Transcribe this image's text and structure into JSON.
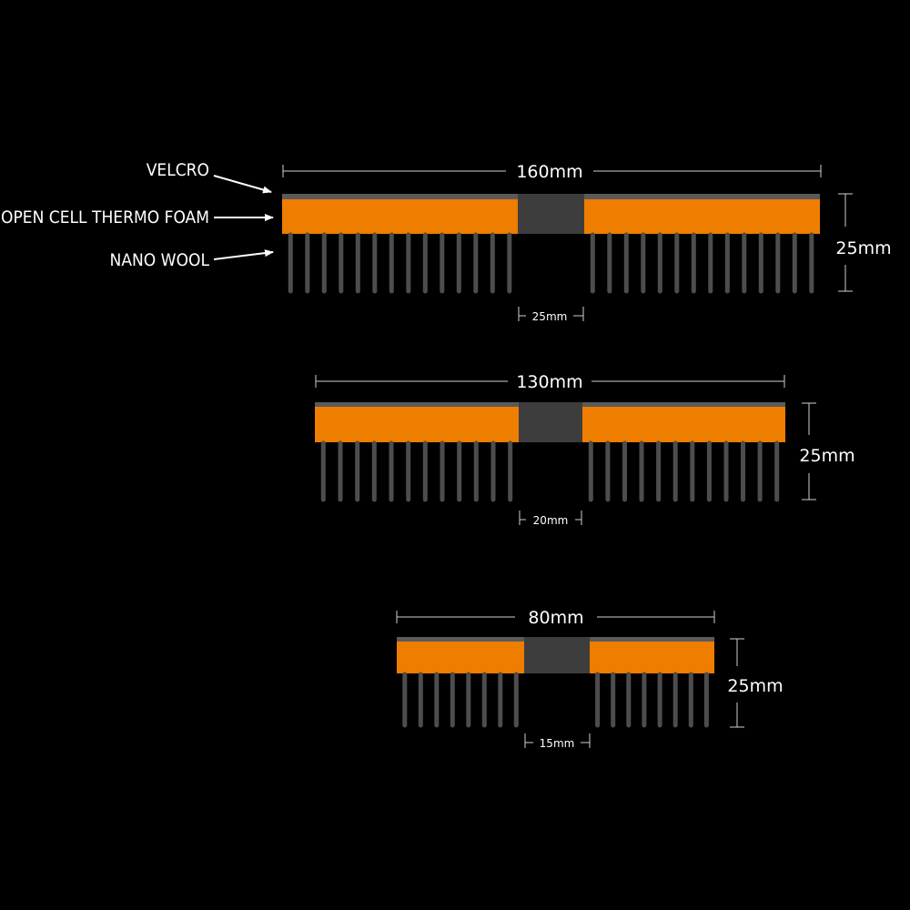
{
  "colors": {
    "background": "#000000",
    "foam": "#ee7d00",
    "velcro": "#5a5a5a",
    "gap": "#3d3d3d",
    "wool": "#4d4d4d",
    "dimension_line": "#cfcfcf",
    "text": "#ffffff"
  },
  "labels": {
    "velcro": "VELCRO",
    "foam": "OPEN CELL THERMO FOAM",
    "wool": "NANO WOOL"
  },
  "pads": [
    {
      "width_label": "160mm",
      "height_label": "25mm",
      "gap_label": "25mm",
      "bristles_per_side": 14
    },
    {
      "width_label": "130mm",
      "height_label": "25mm",
      "gap_label": "20mm",
      "bristles_per_side": 12
    },
    {
      "width_label": "80mm",
      "height_label": "25mm",
      "gap_label": "15mm",
      "bristles_per_side": 8
    }
  ]
}
